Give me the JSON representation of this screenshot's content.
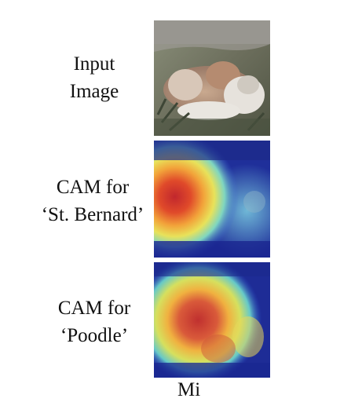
{
  "rows": [
    {
      "label_line1": "Input",
      "label_line2": "Image",
      "panel": "input-photo"
    },
    {
      "label_line1": "CAM for",
      "label_line2": "‘St. Bernard’",
      "panel": "cam-heatmap"
    },
    {
      "label_line1": "CAM for",
      "label_line2": "‘Poodle’",
      "panel": "cam-heatmap"
    }
  ],
  "cut_text": "Mi"
}
